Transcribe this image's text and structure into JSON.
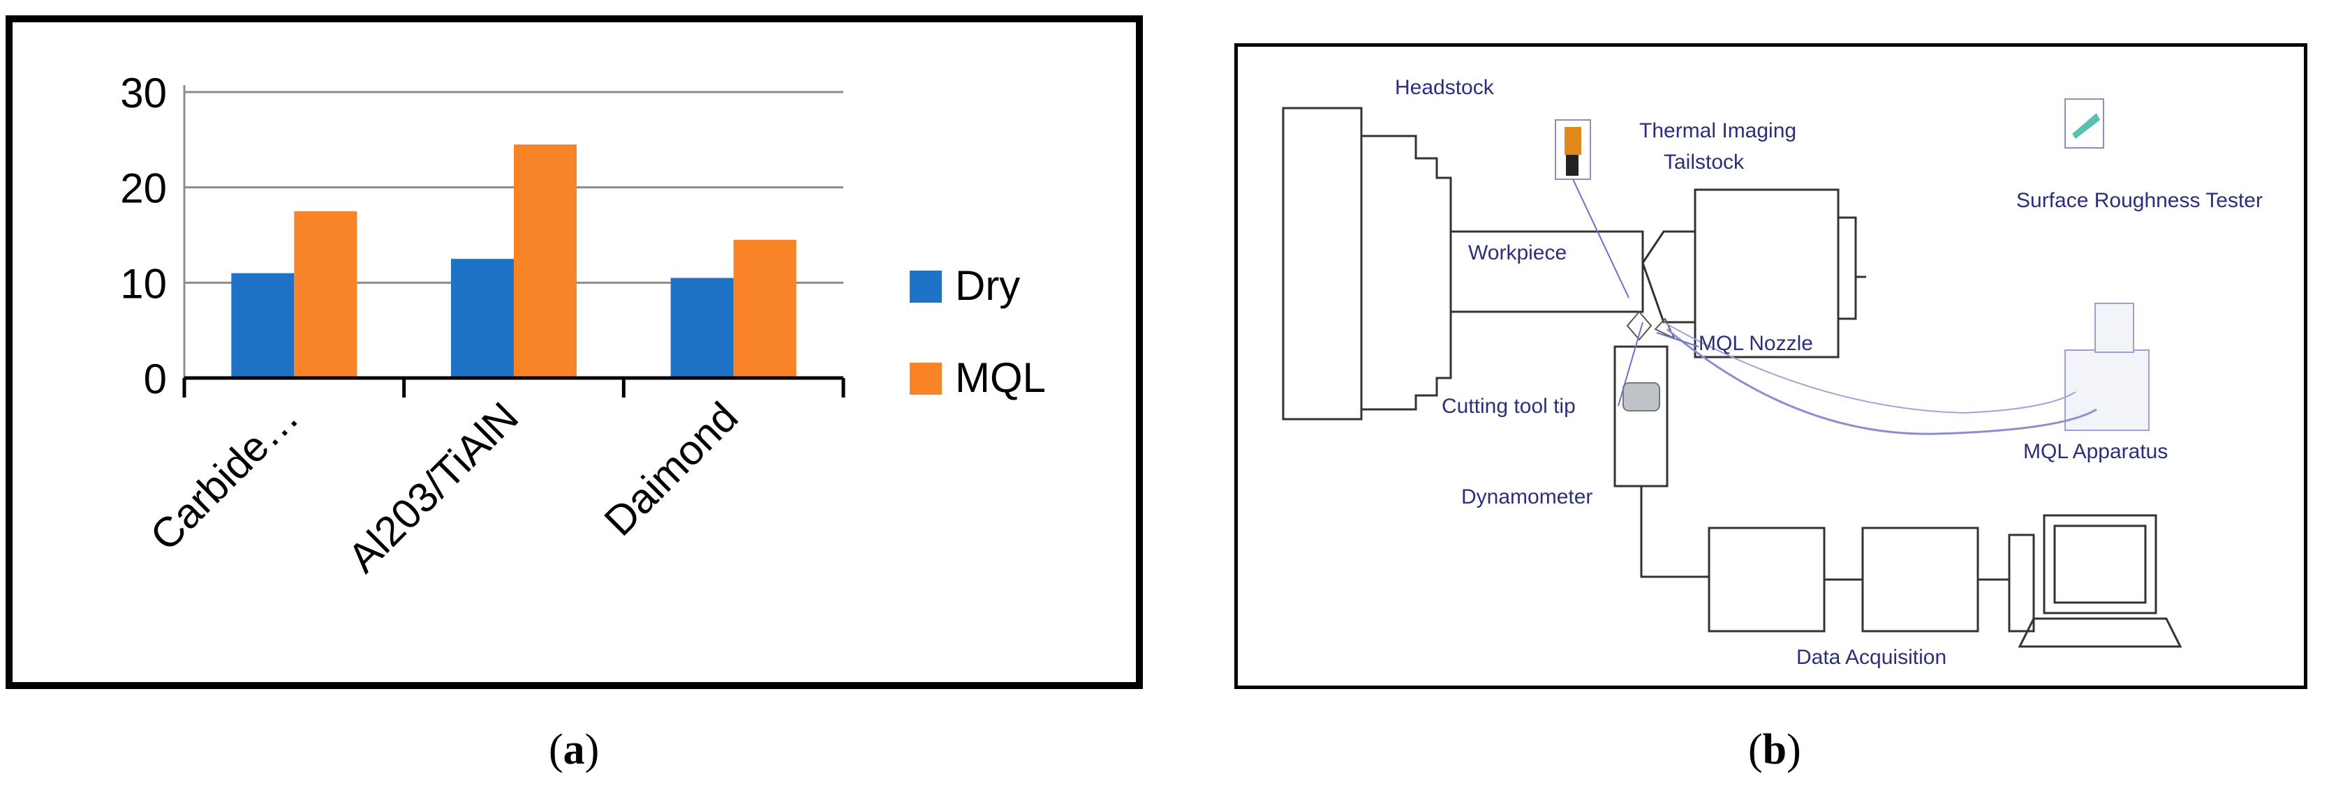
{
  "panel_a": {
    "caption_letter": "a",
    "chart_data": {
      "type": "bar",
      "categories": [
        "Carbide…",
        "Al203/TiAlN",
        "Daimond"
      ],
      "series": [
        {
          "name": "Dry",
          "values": [
            11,
            12.5,
            10.5
          ],
          "color": "#1f73c7"
        },
        {
          "name": "MQL",
          "values": [
            17.5,
            24.5,
            14.5
          ],
          "color": "#f98327"
        }
      ],
      "ylim": [
        0,
        30
      ],
      "yticks": [
        0,
        10,
        20,
        30
      ],
      "grid": true,
      "legend_position": "right"
    }
  },
  "panel_b": {
    "caption_letter": "b",
    "labels": {
      "headstock": "Headstock",
      "thermal_imaging": "Thermal Imaging",
      "tailstock": "Tailstock",
      "surface_roughness": "Surface Roughness Tester",
      "workpiece": "Workpiece",
      "mql_nozzle": "MQL Nozzle",
      "cutting_tool": "Cutting tool tip",
      "mql_apparatus": "MQL Apparatus",
      "dynamometer": "Dynamometer",
      "data_acquisition": "Data Acquisition"
    }
  }
}
